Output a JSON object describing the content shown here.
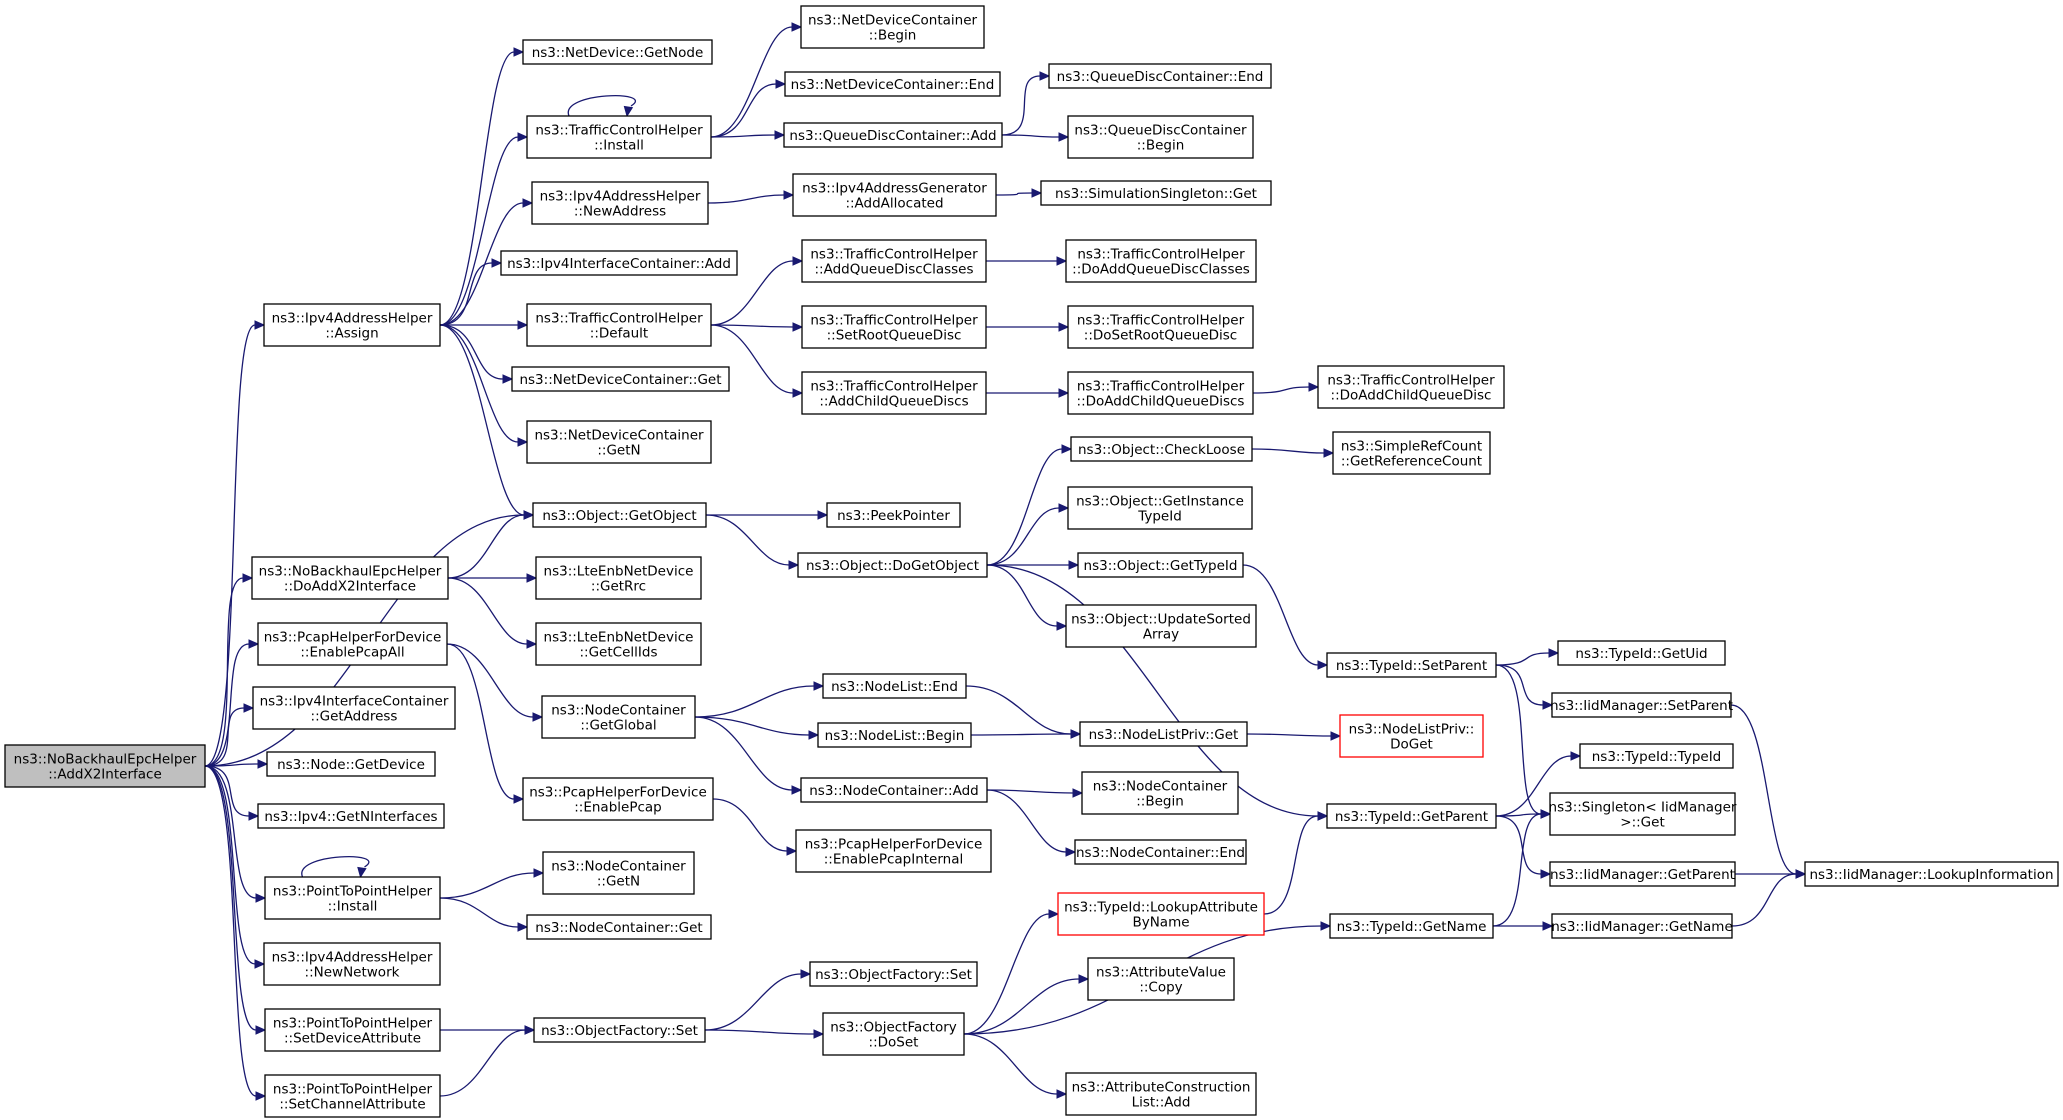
{
  "colors": {
    "edge": "#191970",
    "root_fill": "#bfbfbf",
    "node_border": "#000000",
    "broken_link_border": "#ff0000"
  },
  "nodes": [
    {
      "id": "root",
      "lines": [
        "ns3::NoBackhaulEpcHelper",
        "::AddX2Interface"
      ],
      "style": "root"
    },
    {
      "id": "ipv4ah_assign",
      "lines": [
        "ns3::Ipv4AddressHelper",
        "::Assign"
      ]
    },
    {
      "id": "nd_getnode",
      "lines": [
        "ns3::NetDevice::GetNode"
      ]
    },
    {
      "id": "tch_install",
      "lines": [
        "ns3::TrafficControlHelper",
        "::Install"
      ]
    },
    {
      "id": "ndc_begin",
      "lines": [
        "ns3::NetDeviceContainer",
        "::Begin"
      ]
    },
    {
      "id": "ndc_end",
      "lines": [
        "ns3::NetDeviceContainer::End"
      ]
    },
    {
      "id": "qdc_add",
      "lines": [
        "ns3::QueueDiscContainer::Add"
      ]
    },
    {
      "id": "qdc_end",
      "lines": [
        "ns3::QueueDiscContainer::End"
      ]
    },
    {
      "id": "qdc_begin",
      "lines": [
        "ns3::QueueDiscContainer",
        "::Begin"
      ]
    },
    {
      "id": "ipv4ah_newaddr",
      "lines": [
        "ns3::Ipv4AddressHelper",
        "::NewAddress"
      ]
    },
    {
      "id": "ipv4ag_addalloc",
      "lines": [
        "ns3::Ipv4AddressGenerator",
        "::AddAllocated"
      ]
    },
    {
      "id": "simsingleton_get",
      "lines": [
        "ns3::SimulationSingleton::Get"
      ]
    },
    {
      "id": "ipv4ic_add",
      "lines": [
        "ns3::Ipv4InterfaceContainer::Add"
      ]
    },
    {
      "id": "tch_default",
      "lines": [
        "ns3::TrafficControlHelper",
        "::Default"
      ]
    },
    {
      "id": "tch_addqdc",
      "lines": [
        "ns3::TrafficControlHelper",
        "::AddQueueDiscClasses"
      ]
    },
    {
      "id": "tch_doaddqdc",
      "lines": [
        "ns3::TrafficControlHelper",
        "::DoAddQueueDiscClasses"
      ]
    },
    {
      "id": "tch_setroot",
      "lines": [
        "ns3::TrafficControlHelper",
        "::SetRootQueueDisc"
      ]
    },
    {
      "id": "tch_dosetroot",
      "lines": [
        "ns3::TrafficControlHelper",
        "::DoSetRootQueueDisc"
      ]
    },
    {
      "id": "tch_addchild",
      "lines": [
        "ns3::TrafficControlHelper",
        "::AddChildQueueDiscs"
      ]
    },
    {
      "id": "tch_doaddchildren",
      "lines": [
        "ns3::TrafficControlHelper",
        "::DoAddChildQueueDiscs"
      ]
    },
    {
      "id": "tch_doaddchild",
      "lines": [
        "ns3::TrafficControlHelper",
        "::DoAddChildQueueDisc"
      ]
    },
    {
      "id": "ndc_get",
      "lines": [
        "ns3::NetDeviceContainer::Get"
      ]
    },
    {
      "id": "ndc_getn",
      "lines": [
        "ns3::NetDeviceContainer",
        "::GetN"
      ]
    },
    {
      "id": "obj_getobject",
      "lines": [
        "ns3::Object::GetObject"
      ]
    },
    {
      "id": "peekpointer",
      "lines": [
        "ns3::PeekPointer"
      ]
    },
    {
      "id": "obj_dogetobject",
      "lines": [
        "ns3::Object::DoGetObject"
      ]
    },
    {
      "id": "obj_checkloose",
      "lines": [
        "ns3::Object::CheckLoose"
      ]
    },
    {
      "id": "src_getrefcount",
      "lines": [
        "ns3::SimpleRefCount",
        "::GetReferenceCount"
      ]
    },
    {
      "id": "obj_getinstancetypeid",
      "lines": [
        "ns3::Object::GetInstance",
        "TypeId"
      ]
    },
    {
      "id": "obj_gettypeid",
      "lines": [
        "ns3::Object::GetTypeId"
      ]
    },
    {
      "id": "obj_updatesorted",
      "lines": [
        "ns3::Object::UpdateSorted",
        "Array"
      ]
    },
    {
      "id": "nbeh_doaddx2",
      "lines": [
        "ns3::NoBackhaulEpcHelper",
        "::DoAddX2Interface"
      ]
    },
    {
      "id": "lte_getrrc",
      "lines": [
        "ns3::LteEnbNetDevice",
        "::GetRrc"
      ]
    },
    {
      "id": "lte_getcellids",
      "lines": [
        "ns3::LteEnbNetDevice",
        "::GetCellIds"
      ]
    },
    {
      "id": "pcap_enableall",
      "lines": [
        "ns3::PcapHelperForDevice",
        "::EnablePcapAll"
      ]
    },
    {
      "id": "nc_getglobal",
      "lines": [
        "ns3::NodeContainer",
        "::GetGlobal"
      ]
    },
    {
      "id": "nl_end",
      "lines": [
        "ns3::NodeList::End"
      ]
    },
    {
      "id": "nl_begin",
      "lines": [
        "ns3::NodeList::Begin"
      ]
    },
    {
      "id": "nlp_get",
      "lines": [
        "ns3::NodeListPriv::Get"
      ]
    },
    {
      "id": "nlp_doget",
      "lines": [
        "ns3::NodeListPriv::",
        "DoGet"
      ],
      "style": "red"
    },
    {
      "id": "nc_add",
      "lines": [
        "ns3::NodeContainer::Add"
      ]
    },
    {
      "id": "nc_begin",
      "lines": [
        "ns3::NodeContainer",
        "::Begin"
      ]
    },
    {
      "id": "nc_end",
      "lines": [
        "ns3::NodeContainer::End"
      ]
    },
    {
      "id": "pcap_enable",
      "lines": [
        "ns3::PcapHelperForDevice",
        "::EnablePcap"
      ]
    },
    {
      "id": "pcap_enableinternal",
      "lines": [
        "ns3::PcapHelperForDevice",
        "::EnablePcapInternal"
      ]
    },
    {
      "id": "ipv4ic_getaddress",
      "lines": [
        "ns3::Ipv4InterfaceContainer",
        "::GetAddress"
      ]
    },
    {
      "id": "node_getdevice",
      "lines": [
        "ns3::Node::GetDevice"
      ]
    },
    {
      "id": "ipv4_getninterfaces",
      "lines": [
        "ns3::Ipv4::GetNInterfaces"
      ]
    },
    {
      "id": "p2p_install",
      "lines": [
        "ns3::PointToPointHelper",
        "::Install"
      ]
    },
    {
      "id": "nc_getn",
      "lines": [
        "ns3::NodeContainer",
        "::GetN"
      ]
    },
    {
      "id": "nc_get",
      "lines": [
        "ns3::NodeContainer::Get"
      ]
    },
    {
      "id": "ipv4ah_newnetwork",
      "lines": [
        "ns3::Ipv4AddressHelper",
        "::NewNetwork"
      ]
    },
    {
      "id": "p2p_setdevattr",
      "lines": [
        "ns3::PointToPointHelper",
        "::SetDeviceAttribute"
      ]
    },
    {
      "id": "of_set_a",
      "lines": [
        "ns3::ObjectFactory::Set"
      ]
    },
    {
      "id": "of_set_b",
      "lines": [
        "ns3::ObjectFactory::Set"
      ]
    },
    {
      "id": "of_doset",
      "lines": [
        "ns3::ObjectFactory",
        "::DoSet"
      ]
    },
    {
      "id": "p2p_setchanattr",
      "lines": [
        "ns3::PointToPointHelper",
        "::SetChannelAttribute"
      ]
    },
    {
      "id": "tid_lookupattr",
      "lines": [
        "ns3::TypeId::LookupAttribute",
        "ByName"
      ],
      "style": "red"
    },
    {
      "id": "av_copy",
      "lines": [
        "ns3::AttributeValue",
        "::Copy"
      ]
    },
    {
      "id": "acl_add",
      "lines": [
        "ns3::AttributeConstruction",
        "List::Add"
      ]
    },
    {
      "id": "tid_setparent",
      "lines": [
        "ns3::TypeId::SetParent"
      ]
    },
    {
      "id": "tid_getuid",
      "lines": [
        "ns3::TypeId::GetUid"
      ]
    },
    {
      "id": "iid_setparent",
      "lines": [
        "ns3::IidManager::SetParent"
      ]
    },
    {
      "id": "tid_getparent",
      "lines": [
        "ns3::TypeId::GetParent"
      ]
    },
    {
      "id": "tid_typeid",
      "lines": [
        "ns3::TypeId::TypeId"
      ]
    },
    {
      "id": "singleton_get",
      "lines": [
        "ns3::Singleton< IidManager",
        " >::Get"
      ]
    },
    {
      "id": "iid_getparent",
      "lines": [
        "ns3::IidManager::GetParent"
      ]
    },
    {
      "id": "iid_lookupinfo",
      "lines": [
        "ns3::IidManager::LookupInformation"
      ]
    },
    {
      "id": "tid_getname",
      "lines": [
        "ns3::TypeId::GetName"
      ]
    },
    {
      "id": "iid_getname",
      "lines": [
        "ns3::IidManager::GetName"
      ]
    }
  ],
  "edges": [
    [
      "root",
      "ipv4ah_assign"
    ],
    [
      "root",
      "obj_getobject"
    ],
    [
      "root",
      "nbeh_doaddx2"
    ],
    [
      "root",
      "pcap_enableall"
    ],
    [
      "root",
      "ipv4ic_getaddress"
    ],
    [
      "root",
      "node_getdevice"
    ],
    [
      "root",
      "ipv4_getninterfaces"
    ],
    [
      "root",
      "p2p_install"
    ],
    [
      "root",
      "ipv4ah_newnetwork"
    ],
    [
      "root",
      "p2p_setdevattr"
    ],
    [
      "root",
      "p2p_setchanattr"
    ],
    [
      "ipv4ah_assign",
      "nd_getnode"
    ],
    [
      "ipv4ah_assign",
      "tch_install"
    ],
    [
      "ipv4ah_assign",
      "ipv4ah_newaddr"
    ],
    [
      "ipv4ah_assign",
      "ipv4ic_add"
    ],
    [
      "ipv4ah_assign",
      "tch_default"
    ],
    [
      "ipv4ah_assign",
      "ndc_get"
    ],
    [
      "ipv4ah_assign",
      "ndc_getn"
    ],
    [
      "ipv4ah_assign",
      "obj_getobject"
    ],
    [
      "tch_install",
      "tch_install"
    ],
    [
      "tch_install",
      "ndc_begin"
    ],
    [
      "tch_install",
      "ndc_end"
    ],
    [
      "tch_install",
      "qdc_add"
    ],
    [
      "qdc_add",
      "qdc_end"
    ],
    [
      "qdc_add",
      "qdc_begin"
    ],
    [
      "ipv4ah_newaddr",
      "ipv4ag_addalloc"
    ],
    [
      "ipv4ag_addalloc",
      "simsingleton_get"
    ],
    [
      "tch_default",
      "tch_addqdc"
    ],
    [
      "tch_default",
      "tch_setroot"
    ],
    [
      "tch_default",
      "tch_addchild"
    ],
    [
      "tch_addqdc",
      "tch_doaddqdc"
    ],
    [
      "tch_setroot",
      "tch_dosetroot"
    ],
    [
      "tch_addchild",
      "tch_doaddchildren"
    ],
    [
      "tch_doaddchildren",
      "tch_doaddchild"
    ],
    [
      "obj_getobject",
      "peekpointer"
    ],
    [
      "obj_getobject",
      "obj_dogetobject"
    ],
    [
      "obj_dogetobject",
      "obj_checkloose"
    ],
    [
      "obj_dogetobject",
      "obj_getinstancetypeid"
    ],
    [
      "obj_dogetobject",
      "obj_gettypeid"
    ],
    [
      "obj_dogetobject",
      "obj_updatesorted"
    ],
    [
      "obj_dogetobject",
      "tid_getparent"
    ],
    [
      "obj_checkloose",
      "src_getrefcount"
    ],
    [
      "obj_gettypeid",
      "tid_setparent"
    ],
    [
      "nbeh_doaddx2",
      "obj_getobject"
    ],
    [
      "nbeh_doaddx2",
      "lte_getrrc"
    ],
    [
      "nbeh_doaddx2",
      "lte_getcellids"
    ],
    [
      "pcap_enableall",
      "nc_getglobal"
    ],
    [
      "pcap_enableall",
      "pcap_enable"
    ],
    [
      "nc_getglobal",
      "nl_end"
    ],
    [
      "nc_getglobal",
      "nl_begin"
    ],
    [
      "nc_getglobal",
      "nc_add"
    ],
    [
      "nl_end",
      "nlp_get"
    ],
    [
      "nl_begin",
      "nlp_get"
    ],
    [
      "nlp_get",
      "nlp_doget"
    ],
    [
      "nc_add",
      "nc_begin"
    ],
    [
      "nc_add",
      "nc_end"
    ],
    [
      "pcap_enable",
      "pcap_enableinternal"
    ],
    [
      "p2p_install",
      "p2p_install"
    ],
    [
      "p2p_install",
      "nc_getn"
    ],
    [
      "p2p_install",
      "nc_get"
    ],
    [
      "p2p_setdevattr",
      "of_set_a"
    ],
    [
      "p2p_setchanattr",
      "of_set_a"
    ],
    [
      "of_set_a",
      "of_set_b"
    ],
    [
      "of_set_a",
      "of_doset"
    ],
    [
      "of_doset",
      "tid_lookupattr"
    ],
    [
      "of_doset",
      "av_copy"
    ],
    [
      "of_doset",
      "acl_add"
    ],
    [
      "of_doset",
      "tid_getname"
    ],
    [
      "tid_lookupattr",
      "tid_getparent"
    ],
    [
      "tid_setparent",
      "tid_getuid"
    ],
    [
      "tid_setparent",
      "iid_setparent"
    ],
    [
      "tid_setparent",
      "singleton_get"
    ],
    [
      "iid_setparent",
      "iid_lookupinfo"
    ],
    [
      "tid_getparent",
      "tid_typeid"
    ],
    [
      "tid_getparent",
      "singleton_get"
    ],
    [
      "tid_getparent",
      "iid_getparent"
    ],
    [
      "iid_getparent",
      "iid_lookupinfo"
    ],
    [
      "tid_getname",
      "singleton_get"
    ],
    [
      "tid_getname",
      "iid_getname"
    ],
    [
      "iid_getname",
      "iid_lookupinfo"
    ]
  ]
}
